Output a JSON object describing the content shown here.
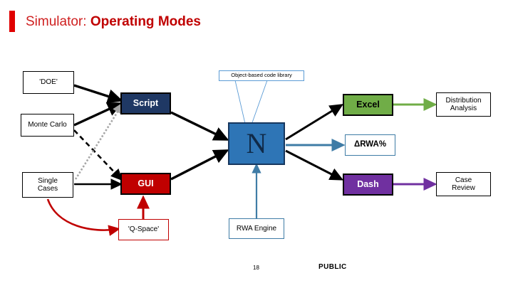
{
  "slide": {
    "title_prefix": "Simulator: ",
    "title_main": "Operating Modes",
    "accent_color": "#c00000"
  },
  "footer": {
    "page_number": "18",
    "classification": "PUBLIC"
  },
  "diagram": {
    "inputs": [
      {
        "id": "doe",
        "label": "'DOE'",
        "style": "plain"
      },
      {
        "id": "monte-carlo",
        "label": "Monte Carlo",
        "style": "plain"
      },
      {
        "id": "single-cases",
        "label": "Single\nCases",
        "line1": "Single",
        "line2": "Cases",
        "style": "plain"
      }
    ],
    "drivers": [
      {
        "id": "script",
        "label": "Script",
        "style": "script",
        "color": "#1f3864"
      },
      {
        "id": "gui",
        "label": "GUI",
        "style": "gui",
        "color": "#c00000"
      }
    ],
    "core": {
      "id": "n-core",
      "label": "N",
      "color": "#2e75b6",
      "callout": "Object-based code library"
    },
    "support": [
      {
        "id": "q-space",
        "label": "'Q-Space'",
        "style": "redoutline",
        "color": "#c00000"
      },
      {
        "id": "rwa-engine",
        "label": "RWA Engine",
        "style": "blueoutline",
        "color": "#3f7ca6"
      }
    ],
    "outputs": [
      {
        "id": "excel",
        "label": "Excel",
        "style": "excel",
        "color": "#70ad47"
      },
      {
        "id": "drwa",
        "label": "ΔRWA%",
        "style": "deltabox",
        "color": "#3f7ca6"
      },
      {
        "id": "dash",
        "label": "Dash",
        "style": "dash",
        "color": "#7030a0"
      }
    ],
    "results": [
      {
        "id": "distribution-analysis",
        "line1": "Distribution",
        "line2": "Analysis",
        "style": "plain"
      },
      {
        "id": "case-review",
        "line1": "Case",
        "line2": "Review",
        "style": "plain"
      }
    ]
  }
}
